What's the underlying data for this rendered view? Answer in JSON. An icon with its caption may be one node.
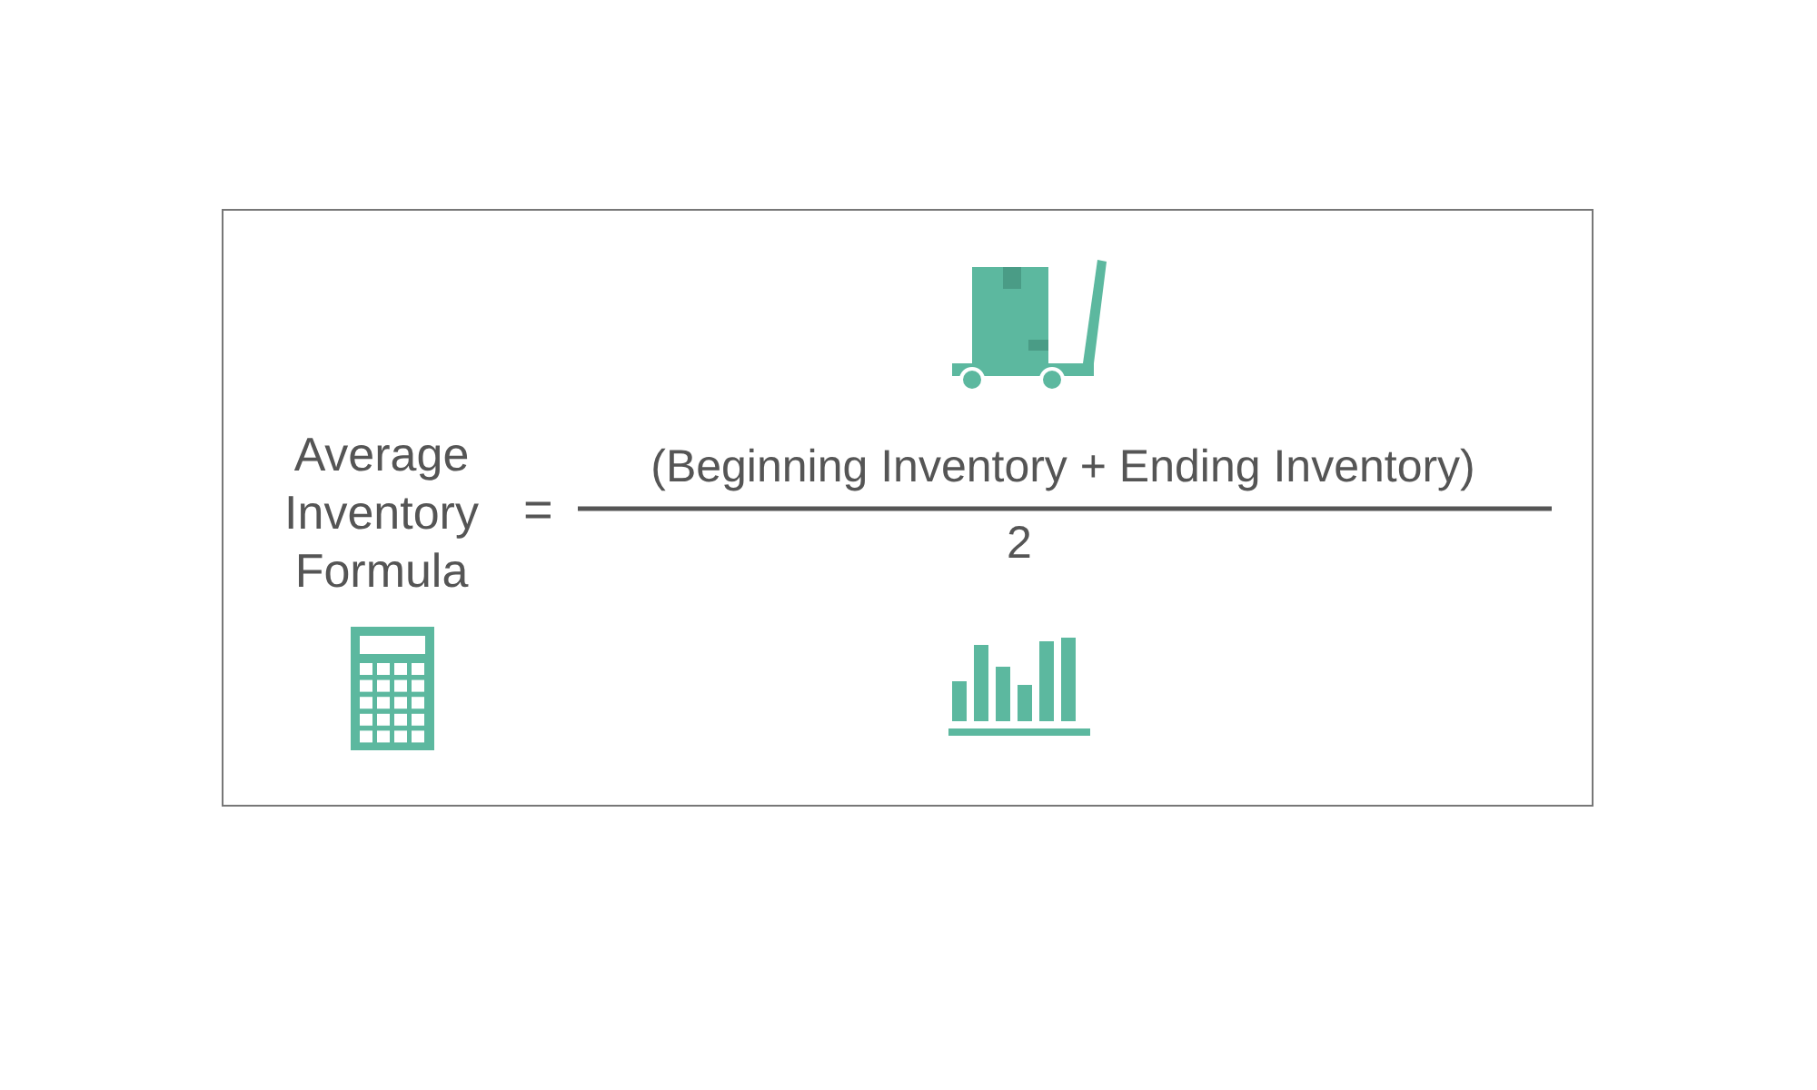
{
  "diagram": {
    "labels": [
      "Average Inventory Formula",
      "=",
      "(Beginning Inventory + Ending Inventory)",
      "2"
    ]
  }
}
